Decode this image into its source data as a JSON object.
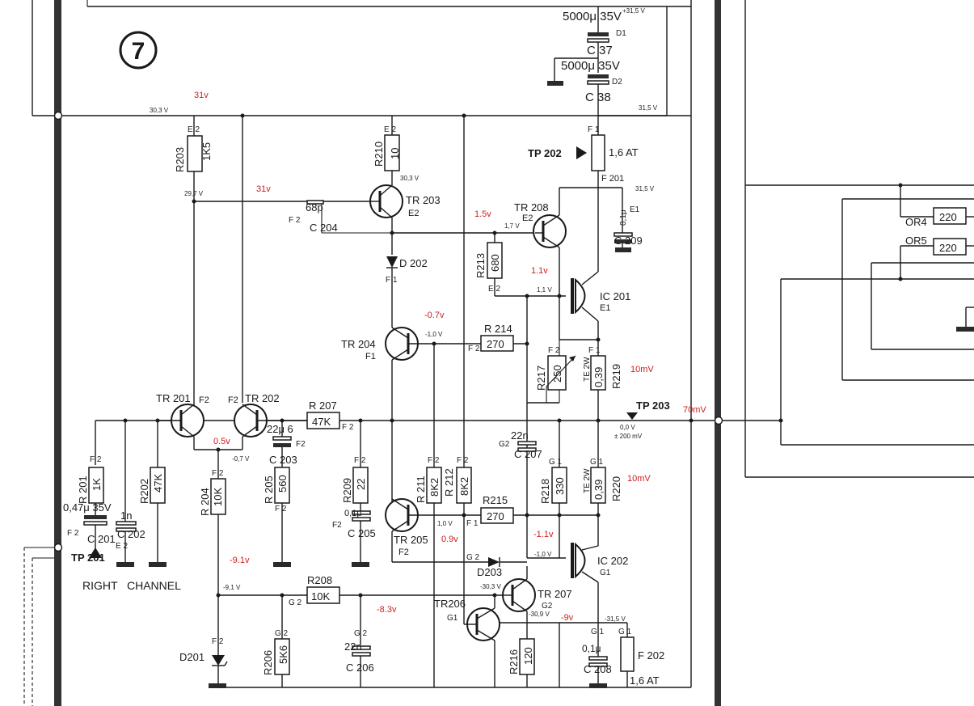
{
  "sheet_number": "7",
  "channel_label": "RIGHT   CHANNEL",
  "transistors": [
    {
      "ref": "TR 201",
      "tag": "F2"
    },
    {
      "ref": "TR 202",
      "tag": "F2"
    },
    {
      "ref": "TR 203",
      "tag": "E2"
    },
    {
      "ref": "TR 204",
      "tag": "F1"
    },
    {
      "ref": "TR 205",
      "tag": "F2"
    },
    {
      "ref": "TR206",
      "tag": "G1"
    },
    {
      "ref": "TR 207",
      "tag": "G2"
    },
    {
      "ref": "TR 208",
      "tag": "E2"
    }
  ],
  "ics": [
    {
      "ref": "IC 201",
      "tag": "E1"
    },
    {
      "ref": "IC 202",
      "tag": "G1"
    }
  ],
  "resistors": {
    "r201": {
      "ref": "R 201",
      "val": "1K"
    },
    "r202": {
      "ref": "R202",
      "val": "47K"
    },
    "r203": {
      "ref": "R203",
      "val": "1K5"
    },
    "r204": {
      "ref": "R 204",
      "val": "10K"
    },
    "r205": {
      "ref": "R 205",
      "val": "560"
    },
    "r206": {
      "ref": "R206",
      "val": "5K6"
    },
    "r207": {
      "ref": "R 207",
      "val": "47K"
    },
    "r208": {
      "ref": "R208",
      "val": "10K"
    },
    "r209": {
      "ref": "R209",
      "val": "22"
    },
    "r210": {
      "ref": "R210",
      "val": "10"
    },
    "r211": {
      "ref": "R 211",
      "val": "8K2"
    },
    "r212": {
      "ref": "R 212",
      "val": "8K2"
    },
    "r213": {
      "ref": "R213",
      "val": "680"
    },
    "r214": {
      "ref": "R 214",
      "val": "270"
    },
    "r215": {
      "ref": "R215",
      "val": "270"
    },
    "r216": {
      "ref": "R216",
      "val": "120"
    },
    "r217": {
      "ref": "R217",
      "val": "250"
    },
    "r218": {
      "ref": "R218",
      "val": "330"
    },
    "r219": {
      "ref": "R219",
      "val": "0,39"
    },
    "r220": {
      "ref": "R220",
      "val": "0,39"
    },
    "te_2w": "TE 2W",
    "or4": {
      "ref": "OR4",
      "val": "220"
    },
    "or5": {
      "ref": "OR5",
      "val": "220"
    }
  },
  "capacitors": {
    "c201": {
      "ref": "C 201",
      "val": "0,47μ 35V"
    },
    "c202": {
      "ref": "C 202",
      "val": "1n"
    },
    "c203": {
      "ref": "C 203",
      "val": "22μ 6"
    },
    "c204": {
      "ref": "C 204",
      "val": "68p"
    },
    "c205": {
      "ref": "C 205",
      "val": "0,1μ"
    },
    "c206": {
      "ref": "C 206",
      "val": "22n"
    },
    "c207": {
      "ref": "C 207",
      "val": "22n"
    },
    "c208": {
      "ref": "C 208",
      "val": "0,1μ"
    },
    "c209": {
      "ref": "C 209",
      "val": "0,1μ"
    },
    "c37": {
      "ref": "C 37",
      "val": "5000μ 35V",
      "tag": "D1"
    },
    "c38": {
      "ref": "C 38",
      "val": "5000μ 35V",
      "tag": "D2"
    }
  },
  "diodes": [
    {
      "ref": "D 202"
    },
    {
      "ref": "D201"
    },
    {
      "ref": "D203"
    }
  ],
  "fuses": [
    {
      "ref": "F 201",
      "val": "1,6 AT"
    },
    {
      "ref": "F 202",
      "val": "1,6 AT"
    }
  ],
  "test_points": [
    {
      "ref": "TP 202"
    },
    {
      "ref": "TP 203"
    },
    {
      "ref": "TP 201"
    }
  ],
  "printed_voltages": {
    "rail_pos_top": "+31,5 V",
    "rail_pos_c38": "31,5 V",
    "rail_pos_f201": "31,5 V",
    "rail_r203": "30,3 V",
    "n_29_7": "29,7 V",
    "n_r210": "30,3 V",
    "n_tr208_e": "1,7 V",
    "n_ic201": "1,1 V",
    "n_tr204": "-1,0 V",
    "n_tr202": "-0,7 V",
    "n_out": "0,0 V",
    "n_out2": "± 200 mV",
    "n_tr205": "1,0 V",
    "n_ic202": "-1,0 V",
    "n_r208": "-9,1 V",
    "n_tr207_a": "-30,3 V",
    "n_tr207_b": "-30,9 V",
    "rail_neg": "-31,5 V"
  },
  "annotations": [
    {
      "id": "a31v_top",
      "text": "31v"
    },
    {
      "id": "a31v_mid",
      "text": "31v"
    },
    {
      "id": "a1_5v",
      "text": "1.5v"
    },
    {
      "id": "a1_1v",
      "text": "1.1v"
    },
    {
      "id": "a_0_7v",
      "text": "-0.7v"
    },
    {
      "id": "a10mv_a",
      "text": "10mV"
    },
    {
      "id": "a70mv",
      "text": "70mV"
    },
    {
      "id": "a0_5v",
      "text": "0.5v"
    },
    {
      "id": "a10mv_b",
      "text": "10mV"
    },
    {
      "id": "a0_9v",
      "text": "0.9v"
    },
    {
      "id": "a_1_1v",
      "text": "-1.1v"
    },
    {
      "id": "a_9_1v",
      "text": "-9.1v"
    },
    {
      "id": "a_8_3v",
      "text": "-8.3v"
    },
    {
      "id": "a_9v",
      "text": "-9v"
    }
  ],
  "colors": {
    "annotation": "#cc1f1f",
    "ink": "#1a1a1a",
    "board_edge": "#333333"
  }
}
